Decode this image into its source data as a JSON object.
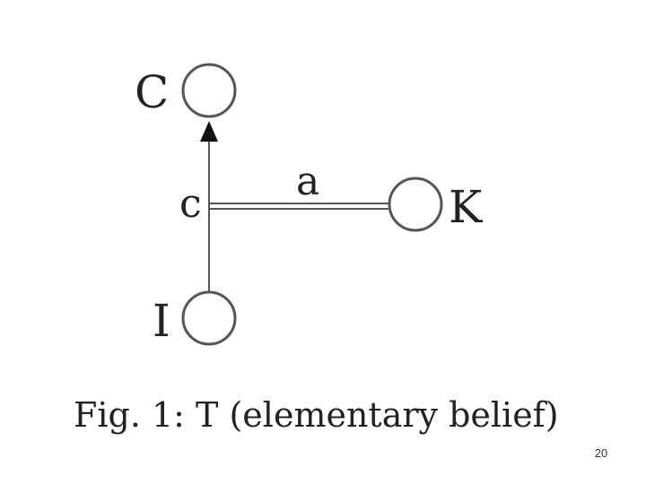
{
  "diagram": {
    "nodes": {
      "top": {
        "label": "C"
      },
      "bottom": {
        "label": "I"
      },
      "right": {
        "label": "K"
      }
    },
    "edges": {
      "vertical": {
        "label": "c"
      },
      "horizontal": {
        "label": "a"
      }
    },
    "caption": "Fig. 1: T (elementary belief)"
  },
  "slide": {
    "page_number": "20"
  }
}
